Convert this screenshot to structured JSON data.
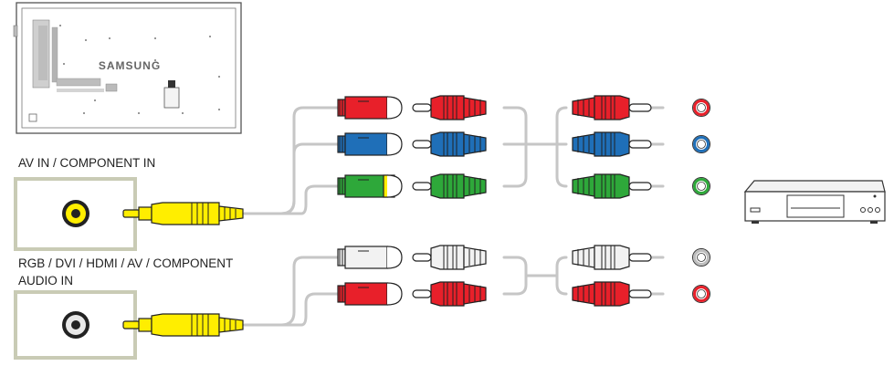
{
  "display": {
    "brand": "SAMSUNG"
  },
  "ports": {
    "av_component_in_label": "AV IN / COMPONENT IN",
    "audio_in_label_line1": "RGB / DVI / HDMI / AV / COMPONENT",
    "audio_in_label_line2": "AUDIO IN"
  },
  "cables": {
    "component_video": [
      "red",
      "blue",
      "green"
    ],
    "audio": [
      "white",
      "red"
    ]
  },
  "colors": {
    "red": "#e8202a",
    "blue": "#1f6fb8",
    "green": "#2ea83a",
    "white": "#f2f2f2",
    "yellow": "#ffee00",
    "port_panel": "#c9cbb5",
    "cable_gray": "#c6c6c6"
  },
  "icons": [
    "samsung-display-rear",
    "external-av-device"
  ]
}
